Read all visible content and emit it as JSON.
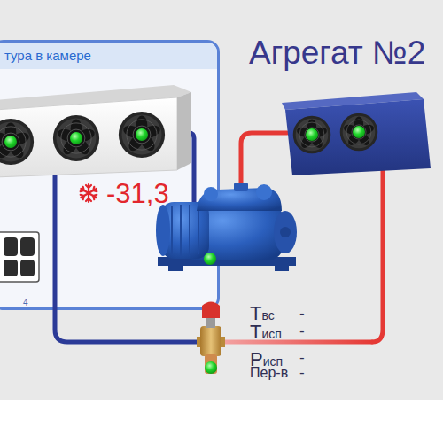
{
  "diagram": {
    "title": "Агрегат №2",
    "nodes": [
      {
        "text": [
          "тура в камере"
        ]
      }
    ],
    "labels": [
      "-31,3",
      "Твс",
      "-",
      "Тисп",
      "-",
      "Рисп",
      "-",
      "Пер-в",
      "-",
      "4"
    ]
  }
}
